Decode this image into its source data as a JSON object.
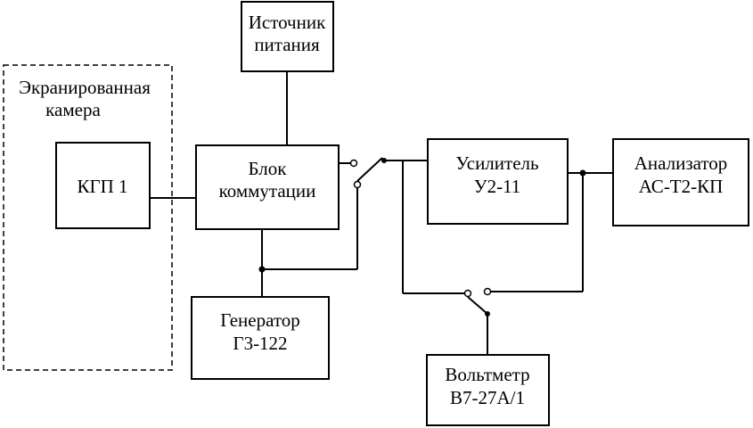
{
  "screen": {
    "label": "Экранированная камера",
    "label_lines": [
      "Экранированная",
      "камера"
    ]
  },
  "blocks": {
    "kgp": {
      "lines": [
        "КГП 1"
      ]
    },
    "power": {
      "lines": [
        "Источник",
        "питания"
      ]
    },
    "switch_unit": {
      "lines": [
        "Блок",
        "коммутации"
      ]
    },
    "amplifier": {
      "lines": [
        "Усилитель",
        "У2-11"
      ]
    },
    "analyzer": {
      "lines": [
        "Анализатор",
        "АС-Т2-КП"
      ]
    },
    "generator": {
      "lines": [
        "Генератор",
        "Г3-122"
      ]
    },
    "voltmeter": {
      "lines": [
        "Вольтметр",
        "В7-27А/1"
      ]
    }
  },
  "colors": {
    "line": "#000000",
    "background": "#ffffff"
  }
}
